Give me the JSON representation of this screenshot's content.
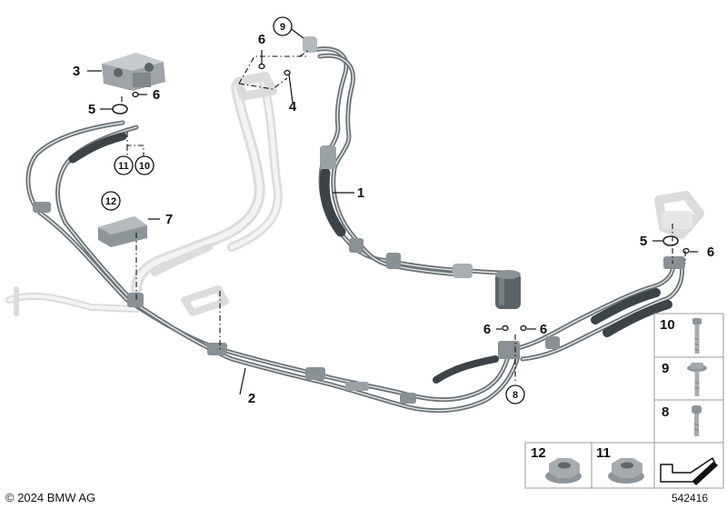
{
  "callouts": {
    "c1": "1",
    "c2": "2",
    "c3": "3",
    "c4": "4",
    "c5a": "5",
    "c5b": "5",
    "c6a": "6",
    "c6b": "6",
    "c6c": "6",
    "c6d": "6",
    "c6e": "6",
    "c7": "7",
    "c8": "8",
    "c9": "9",
    "c10": "10",
    "c11": "11",
    "c12": "12"
  },
  "parts_panel": {
    "p10": "10",
    "p9": "9",
    "p8": "8",
    "p12": "12",
    "p11": "11"
  },
  "footer": {
    "copyright": "© 2024 BMW AG",
    "doc_number": "542416"
  },
  "icons": [
    "bolt-icon",
    "nut-icon",
    "arrow-icon"
  ]
}
